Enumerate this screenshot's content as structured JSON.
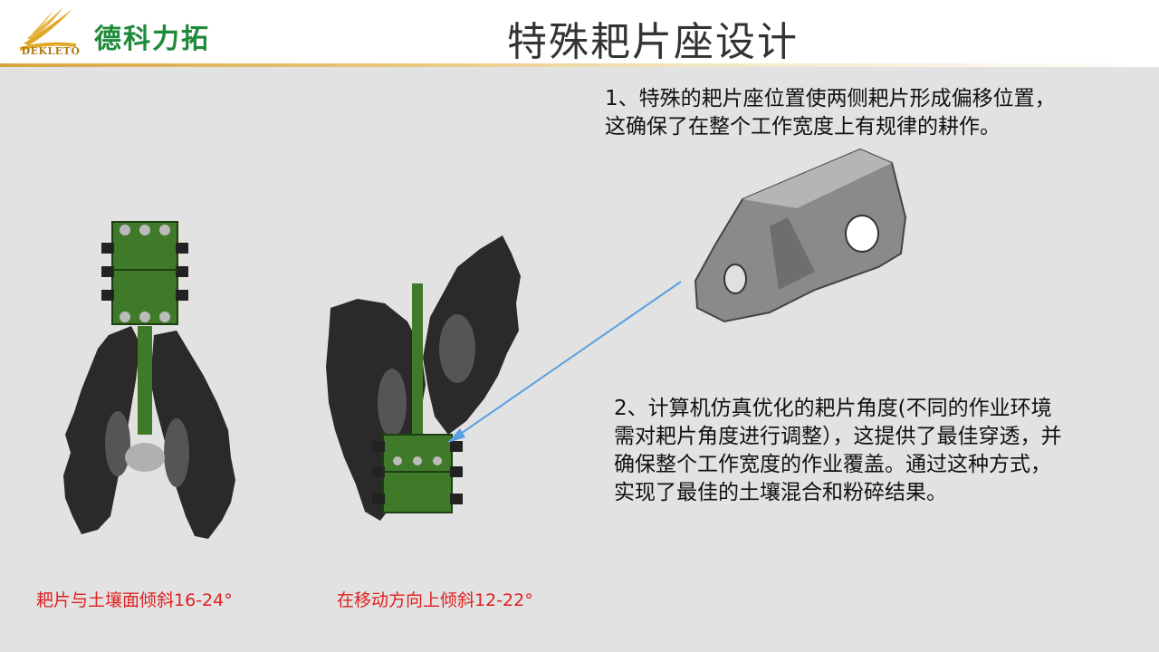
{
  "header": {
    "brand_latin": "DEKLETO",
    "brand_chinese": "德科力拓",
    "title": "特殊耙片座设计"
  },
  "points": [
    {
      "text": "1、特殊的耙片座位置使两侧耙片形成偏移位置，这确保了在整个工作宽度上有规律的耕作。"
    },
    {
      "text": "2、计算机仿真优化的耙片角度(不同的作业环境需对耙片角度进行调整），这提供了最佳穿透，并确保整个工作宽度的作业覆盖。通过这种方式，实现了最佳的土壤混合和粉碎结果。"
    }
  ],
  "captions": {
    "left": "耙片与土壤面倾斜16-24°",
    "middle": "在移动方向上倾斜12-22°"
  },
  "colors": {
    "bracket_green": "#3f7a2a",
    "disc_dark": "#2a2a2a",
    "caption_red": "#e02020",
    "arrow_blue": "#5a9fe0",
    "brand_green": "#1f8a3a",
    "brand_gold": "#d9a441"
  }
}
